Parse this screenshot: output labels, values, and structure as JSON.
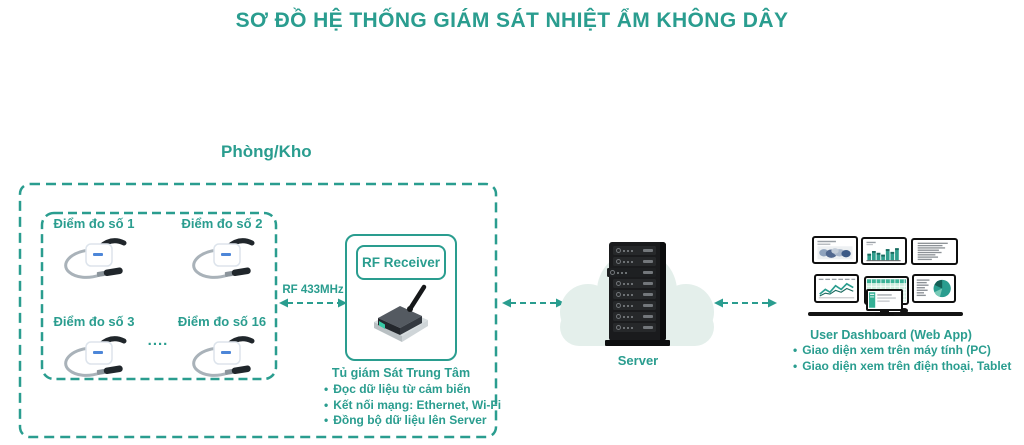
{
  "colors": {
    "accent": "#2a9d8f",
    "cloud_fill": "#e4efeb",
    "device_dark": "#1a1b1d"
  },
  "title": "SƠ ĐỒ HỆ THỐNG GIÁM SÁT NHIỆT ẨM KHÔNG DÂY",
  "room": {
    "label": "Phòng/Kho",
    "sensor_labels": [
      "Điểm đo số 1",
      "Điểm đo số 2",
      "Điểm đo số 3",
      "Điểm đo số 16"
    ],
    "ellipsis": "...."
  },
  "rf_link_label": "RF 433MHz",
  "receiver": {
    "box_label": "RF Receiver",
    "caption": "Tủ giám Sát Trung Tâm",
    "bullets": [
      "Đọc dữ liệu từ cảm biến",
      "Kết nối mạng: Ethernet, Wi-Fi",
      "Đồng bộ dữ liệu lên Server"
    ]
  },
  "server_label": "Server",
  "dashboard": {
    "caption": "User Dashboard (Web App)",
    "bullets": [
      "Giao diện xem trên máy tính (PC)",
      "Giao diện xem trên điện thoại, Tablet"
    ]
  }
}
